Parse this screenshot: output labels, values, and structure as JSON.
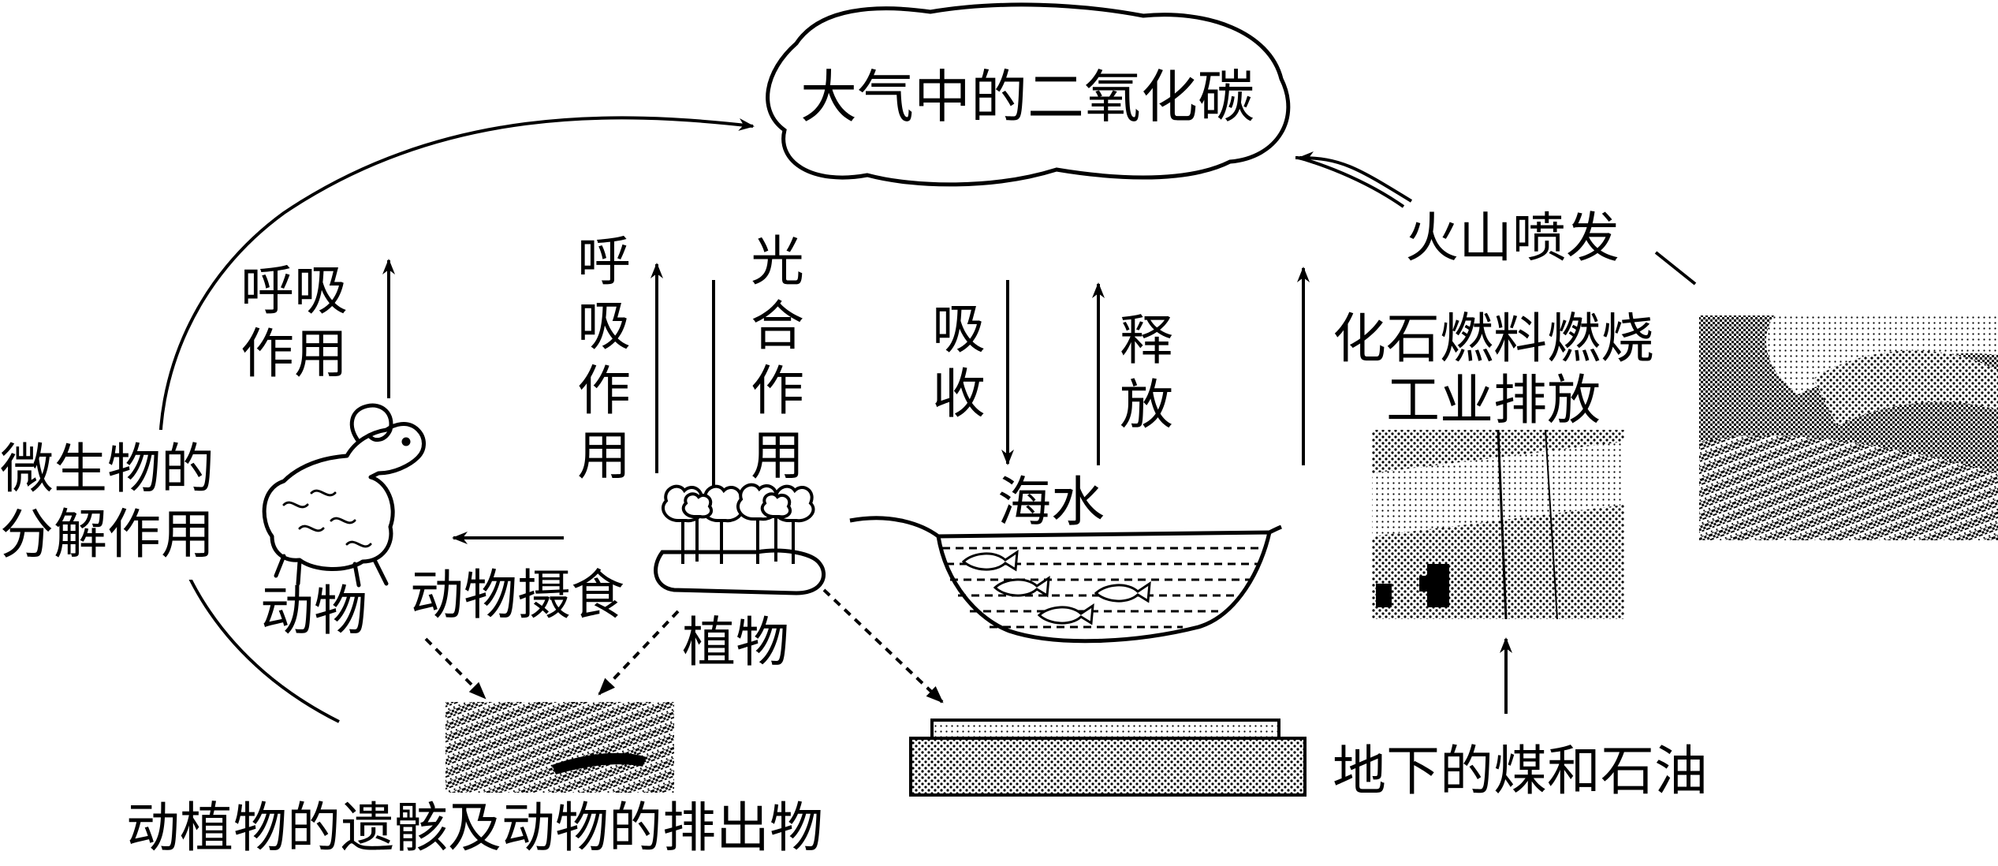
{
  "labels": {
    "atmosphere_co2": "大气中的二氧化碳",
    "animal_respiration": "呼吸作用",
    "plant_respiration": "呼吸作用",
    "photosynthesis": "光合作用",
    "absorb": "吸收",
    "release": "释放",
    "seawater": "海水",
    "volcano": "火山喷发",
    "fossil_fuel": "化石燃料燃烧",
    "industry": "工业排放",
    "microbe_decomposition_line1": "微生物的",
    "microbe_decomposition_line2": "分解作用",
    "animal": "动物",
    "animal_feeding": "动物摄食",
    "plant": "植物",
    "coal_oil": "地下的煤和石油",
    "remains": "动植物的遗骸及动物的排出物"
  },
  "colors": {
    "ink": "#000000",
    "background": "#ffffff"
  },
  "icons": [
    "sheep-icon",
    "trees-icon",
    "fish-icon",
    "volcano-photo",
    "factory-photo",
    "remains-photo",
    "coal-oil-layers"
  ]
}
